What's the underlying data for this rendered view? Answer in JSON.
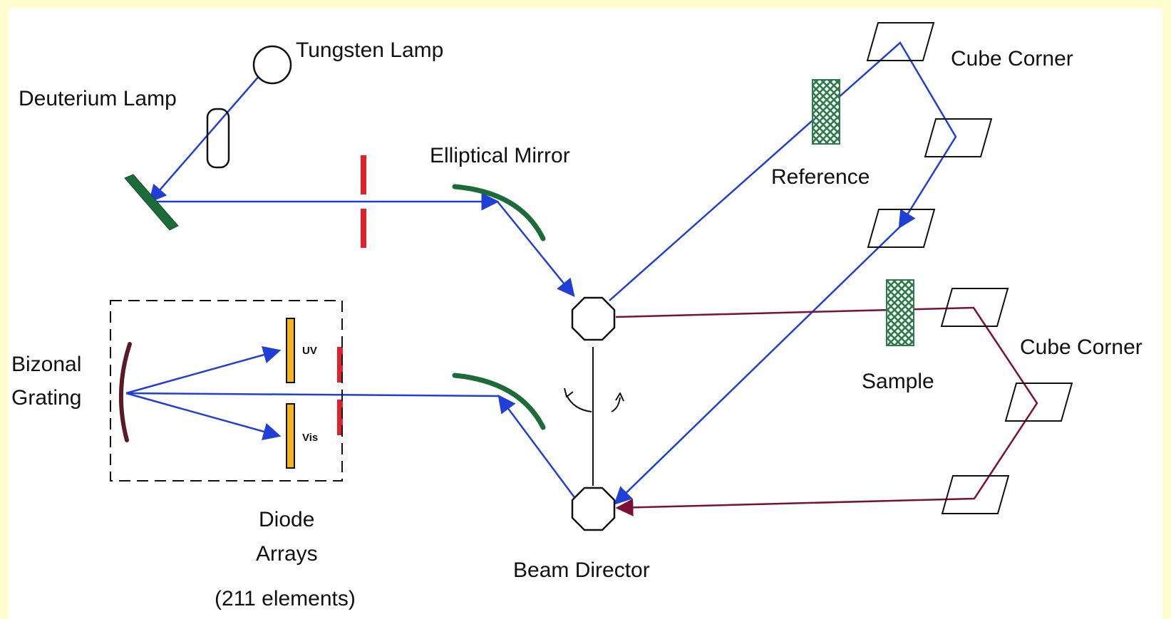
{
  "colors": {
    "page_border": "#fdfdcf",
    "panel": "#ffffff",
    "light_path_blue": "#1f3fd6",
    "sample_path_maroon": "#7a1038",
    "mirror_green": "#1e6b3a",
    "slit_red": "#e0202a",
    "diode_array_orange": "#f4b41e",
    "grating_maroon": "#5a1a26",
    "filter_mesh_green": "#2f7a4a",
    "outline_black": "#111111"
  },
  "labels": {
    "tungsten_lamp": "Tungsten Lamp",
    "deuterium_lamp": "Deuterium Lamp",
    "elliptical_mirror": "Elliptical Mirror",
    "cube_corner_top": "Cube Corner",
    "cube_corner_bottom": "Cube Corner",
    "reference": "Reference",
    "sample": "Sample",
    "bizonal_line1": "Bizonal",
    "bizonal_line2": "Grating",
    "diode_line1": "Diode",
    "diode_line2": "Arrays",
    "diode_elements": "(211 elements)",
    "beam_director": "Beam Director",
    "uv": "UV",
    "vis": "Vis"
  },
  "icons": {
    "tungsten_lamp": "circle",
    "deuterium_lamp": "rounded-rectangle",
    "beam_director": "octagon",
    "cube_corner": "parallelogram",
    "rotation": "curved-arrows"
  }
}
